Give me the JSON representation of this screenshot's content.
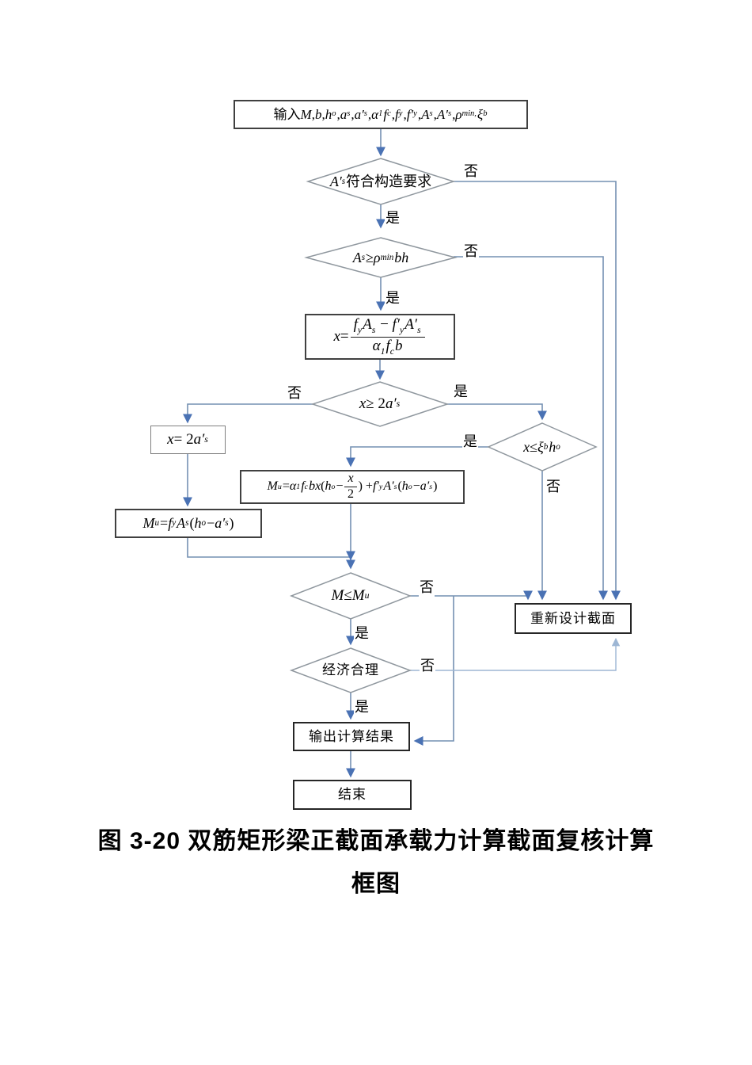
{
  "caption": {
    "line1": "图 3-20  双筋矩形梁正截面承载力计算截面复核计算",
    "line2": "框图"
  },
  "colors": {
    "connector": "#7490b2",
    "arrowhead": "#4a72b4",
    "connectorLight": "#9db6d4",
    "diamondBorder": "#8f979e",
    "boxBorder": "#404040",
    "terminalBorder": "#262626",
    "text": "#000000"
  },
  "flowchart": {
    "edge_labels": {
      "yes": "是",
      "no": "否"
    },
    "nodes": {
      "input": {
        "text": "输入M,b,ho,as,a's,α1fc,fy,f'y,As,A's,ρmin,ξb",
        "tokens": [
          {
            "t": "输入"
          },
          {
            "t": "M",
            "i": true
          },
          {
            "t": ","
          },
          {
            "t": "b",
            "i": true
          },
          {
            "t": ","
          },
          {
            "t": "h",
            "i": true,
            "sub": "o"
          },
          {
            "t": ","
          },
          {
            "t": "a",
            "i": true,
            "sub": "s"
          },
          {
            "t": ","
          },
          {
            "t": "a′",
            "i": true,
            "sub": "s"
          },
          {
            "t": ","
          },
          {
            "t": "α",
            "i": true,
            "sub": "1"
          },
          {
            "t": "f",
            "i": true,
            "sub": "c"
          },
          {
            "t": ","
          },
          {
            "t": "f",
            "i": true,
            "sub": "y"
          },
          {
            "t": ","
          },
          {
            "t": "f′",
            "i": true,
            "sub": "y"
          },
          {
            "t": ","
          },
          {
            "t": "A",
            "i": true,
            "sub": "s"
          },
          {
            "t": ","
          },
          {
            "t": "A′",
            "i": true,
            "sub": "s"
          },
          {
            "t": ","
          },
          {
            "t": "ρ",
            "i": true,
            "sub": "min,"
          },
          {
            "t": "ξ",
            "i": true,
            "sub": "b"
          }
        ]
      },
      "check_constructional": {
        "text": "A's 符合构造要求",
        "tokens": [
          {
            "t": "A′",
            "i": true,
            "sub": "s"
          },
          {
            "t": " 符合构造要求"
          }
        ]
      },
      "check_min_ratio": {
        "text": "As ≥ ρmin bh",
        "tokens": [
          {
            "t": "A",
            "i": true,
            "sub": "s"
          },
          {
            "t": " ≥ "
          },
          {
            "t": "ρ",
            "i": true,
            "sub": "min"
          },
          {
            "t": "bh",
            "i": true
          }
        ]
      },
      "calc_x": {
        "text": "x = (fyAs − f'yA's) / (α1fcb)",
        "tokens": [
          {
            "t": "x",
            "i": true
          },
          {
            "t": " = "
          },
          {
            "frac": {
              "num": [
                {
                  "t": "f",
                  "i": true,
                  "sub": "y"
                },
                {
                  "t": "A",
                  "i": true,
                  "sub": "s"
                },
                {
                  "t": " − "
                },
                {
                  "t": "f′",
                  "i": true,
                  "sub": "y"
                },
                {
                  "t": "A′",
                  "i": true,
                  "sub": "s"
                }
              ],
              "den": [
                {
                  "t": "α",
                  "i": true,
                  "sub": "1"
                },
                {
                  "t": "f",
                  "i": true,
                  "sub": "c"
                },
                {
                  "t": "b",
                  "i": true
                }
              ]
            }
          }
        ]
      },
      "check_x_2as": {
        "text": "x ≥ 2a's",
        "tokens": [
          {
            "t": "x",
            "i": true
          },
          {
            "t": " ≥ 2"
          },
          {
            "t": "a′",
            "i": true,
            "sub": "s"
          }
        ]
      },
      "set_x_2as": {
        "text": "x = 2a's",
        "tokens": [
          {
            "t": "x",
            "i": true
          },
          {
            "t": " = 2"
          },
          {
            "t": "a′",
            "i": true,
            "sub": "s"
          }
        ]
      },
      "mu_simple": {
        "text": "Mu = fyAs(ho − a's)",
        "tokens": [
          {
            "t": "M",
            "i": true,
            "sub": "u"
          },
          {
            "t": " = "
          },
          {
            "t": "f",
            "i": true,
            "sub": "y"
          },
          {
            "t": "A",
            "i": true,
            "sub": "s"
          },
          {
            "t": "("
          },
          {
            "t": "h",
            "i": true,
            "sub": "o"
          },
          {
            "t": " − "
          },
          {
            "t": "a′",
            "i": true,
            "sub": "s"
          },
          {
            "t": ")"
          }
        ]
      },
      "check_x_xib": {
        "text": "x ≤ ξbho",
        "tokens": [
          {
            "t": "x",
            "i": true
          },
          {
            "t": " ≤ "
          },
          {
            "t": "ξ",
            "i": true,
            "sub": "b"
          },
          {
            "t": "h",
            "i": true,
            "sub": "o"
          }
        ]
      },
      "mu_full": {
        "text": "Mu = α1fcbx(ho − x/2) + f'yA's(ho − a's)",
        "tokens": [
          {
            "t": "M",
            "i": true,
            "sub": "u"
          },
          {
            "t": " = "
          },
          {
            "t": "α",
            "i": true,
            "sub": "1"
          },
          {
            "t": "f",
            "i": true,
            "sub": "c"
          },
          {
            "t": "bx",
            "i": true
          },
          {
            "t": "("
          },
          {
            "t": "h",
            "i": true,
            "sub": "o"
          },
          {
            "t": " − "
          },
          {
            "frac": {
              "num": [
                {
                  "t": "x",
                  "i": true
                }
              ],
              "den": [
                {
                  "t": "2"
                }
              ]
            }
          },
          {
            "t": ") + "
          },
          {
            "t": "f′",
            "i": true,
            "sub": "y"
          },
          {
            "t": "A′",
            "i": true,
            "sub": "s"
          },
          {
            "t": "("
          },
          {
            "t": "h",
            "i": true,
            "sub": "o"
          },
          {
            "t": " − "
          },
          {
            "t": "a′",
            "i": true,
            "sub": "s"
          },
          {
            "t": ")"
          }
        ]
      },
      "check_m_mu": {
        "text": "M ≤ Mu",
        "tokens": [
          {
            "t": "M",
            "i": true
          },
          {
            "t": " ≤ "
          },
          {
            "t": "M",
            "i": true,
            "sub": "u"
          }
        ]
      },
      "check_economy": {
        "text": "经济合理"
      },
      "redesign": {
        "text": "重新设计截面"
      },
      "output": {
        "text": "输出计算结果"
      },
      "end": {
        "text": "结束"
      }
    }
  }
}
